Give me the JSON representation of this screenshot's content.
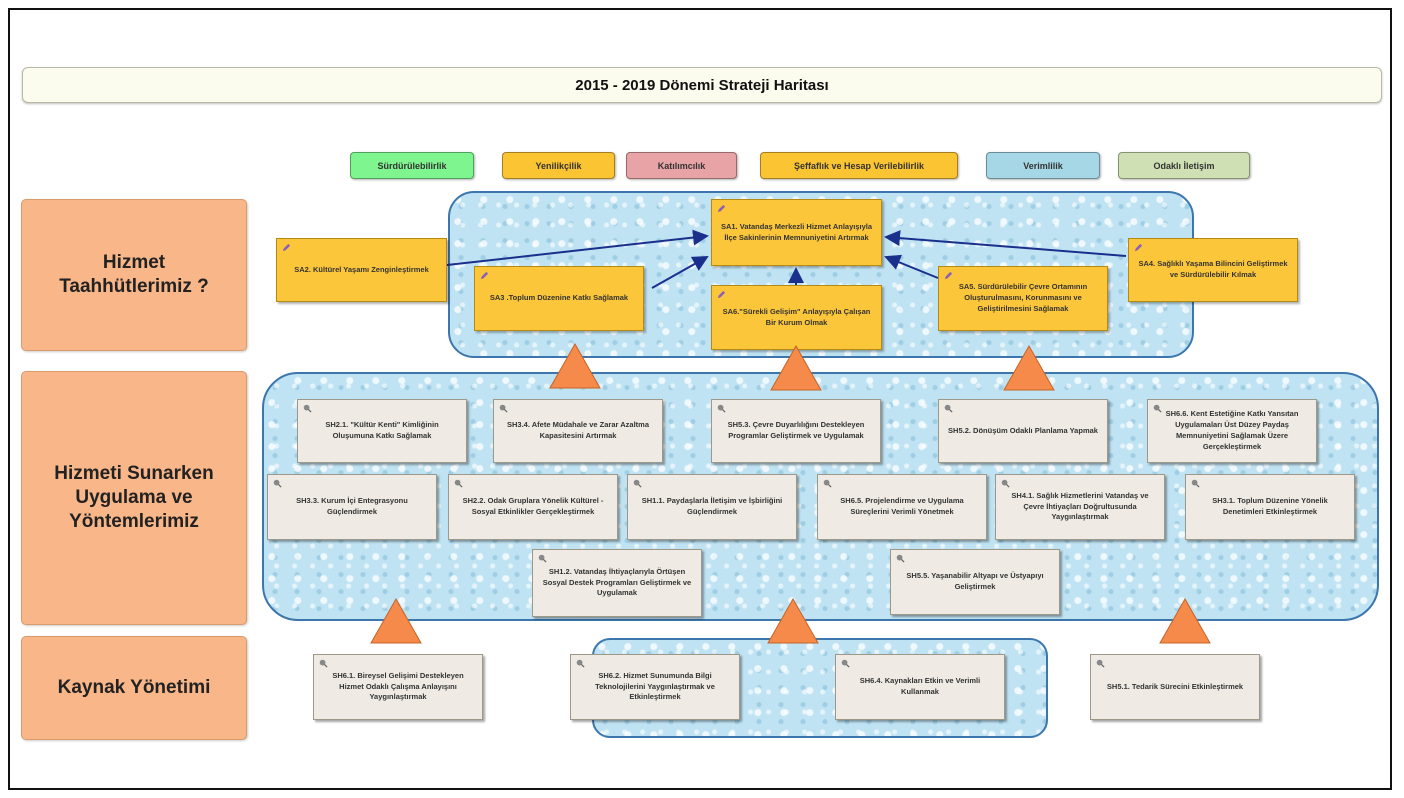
{
  "title": "2015 - 2019 Dönemi Strateji Haritası",
  "values": [
    {
      "label": "Sürdürülebilirlik",
      "color": "#7ef58f"
    },
    {
      "label": "Yenilikçilik",
      "color": "#fbc433"
    },
    {
      "label": "Katılımcılık",
      "color": "#e7a3a5"
    },
    {
      "label": "Şeffaflık ve Hesap Verilebilirlik",
      "color": "#fbc433"
    },
    {
      "label": "Verimlilik",
      "color": "#a5d7e7"
    },
    {
      "label": "Odaklı İletişim",
      "color": "#cfe0b4"
    }
  ],
  "sections": {
    "hizmet": "Hizmet\nTaahhütlerimiz ?",
    "uygulama": "Hizmeti Sunarken\nUygulama ve\nYöntemlerimiz",
    "kaynak": "Kaynak Yönetimi"
  },
  "goals": {
    "sa1": "SA1. Vatandaş Merkezli Hizmet Anlayışıyla İlçe Sakinlerinin Memnuniyetini Artırmak",
    "sa2": "SA2. Kültürel Yaşamı Zenginleştirmek",
    "sa3": "SA3 .Toplum Düzenine Katkı Sağlamak",
    "sa6": "SA6.\"Sürekli Gelişim\" Anlayışıyla Çalışan Bir Kurum Olmak",
    "sa5": "SA5. Sürdürülebilir Çevre Ortamının Oluşturulmasını, Korunmasını ve Geliştirilmesini Sağlamak",
    "sa4": "SA4. Sağlıklı Yaşama Bilincini Geliştirmek ve Sürdürülebilir Kılmak"
  },
  "methods": {
    "sh21": "SH2.1. \"Kültür Kenti\" Kimliğinin Oluşumuna Katkı Sağlamak",
    "sh34": "SH3.4. Afete Müdahale ve Zarar Azaltma Kapasitesini Artırmak",
    "sh53": "SH5.3. Çevre Duyarlılığını Destekleyen Programlar Geliştirmek ve Uygulamak",
    "sh52": "SH5.2. Dönüşüm Odaklı Planlama Yapmak",
    "sh66": "SH6.6. Kent Estetiğine Katkı Yansıtan Uygulamaları Üst Düzey Paydaş Memnuniyetini Sağlamak Üzere Gerçekleştirmek",
    "sh33": "SH3.3. Kurum İçi Entegrasyonu Güçlendirmek",
    "sh22": "SH2.2. Odak Gruplara Yönelik Kültürel - Sosyal Etkinlikler Gerçekleştirmek",
    "sh11": "SH1.1. Paydaşlarla İletişim ve İşbirliğini Güçlendirmek",
    "sh65": "SH6.5. Projelendirme ve Uygulama Süreçlerini Verimli Yönetmek",
    "sh41": "SH4.1. Sağlık Hizmetlerini Vatandaş ve Çevre İhtiyaçları Doğrultusunda Yaygınlaştırmak",
    "sh31": "SH3.1. Toplum Düzenine Yönelik Denetimleri Etkinleştirmek",
    "sh12": "SH1.2. Vatandaş İhtiyaçlarıyla Örtüşen Sosyal Destek Programları Geliştirmek ve Uygulamak",
    "sh55": "SH5.5. Yaşanabilir Altyapı ve Üstyapıyı Geliştirmek"
  },
  "resources": {
    "sh61": "SH6.1. Bireysel Gelişimi Destekleyen Hizmet Odaklı Çalışma Anlayışını Yaygınlaştırmak",
    "sh62": "SH6.2. Hizmet Sunumunda Bilgi Teknolojilerini Yaygınlaştırmak ve Etkinleştirmek",
    "sh64": "SH6.4. Kaynakları Etkin ve Verimli Kullanmak",
    "sh51": "SH5.1. Tedarik Sürecini Etkinleştirmek"
  },
  "icons": {
    "goal": "pen-icon",
    "method": "pin-icon",
    "triangle_color": "#f68a4a"
  }
}
